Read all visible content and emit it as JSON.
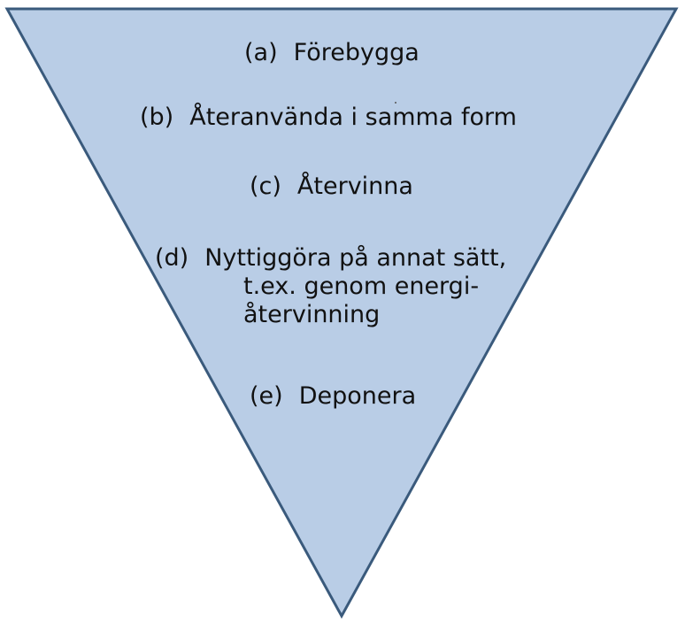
{
  "diagram": {
    "shape": "inverted-triangle",
    "fill_color": "#b9cde6",
    "stroke_color": "#3a5a7c",
    "steps": [
      {
        "marker": "(a)",
        "lines": [
          "Förebygga"
        ]
      },
      {
        "marker": "(b)",
        "lines": [
          "Återanvända i samma form"
        ]
      },
      {
        "marker": "(c)",
        "lines": [
          "Återvinna"
        ]
      },
      {
        "marker": "(d)",
        "lines": [
          "Nyttiggöra på annat sätt,",
          "t.ex. genom energi-",
          "återvinning"
        ]
      },
      {
        "marker": "(e)",
        "lines": [
          "Deponera"
        ]
      }
    ]
  }
}
